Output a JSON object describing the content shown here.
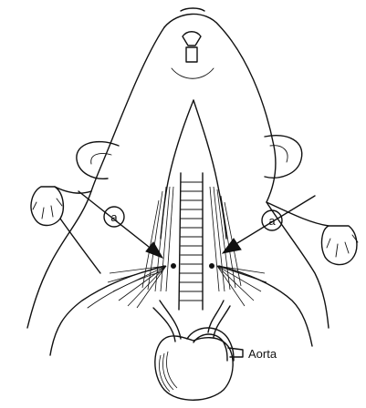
{
  "labels": {
    "marker_left": "a",
    "marker_right": "a",
    "aorta": "Aorta"
  }
}
